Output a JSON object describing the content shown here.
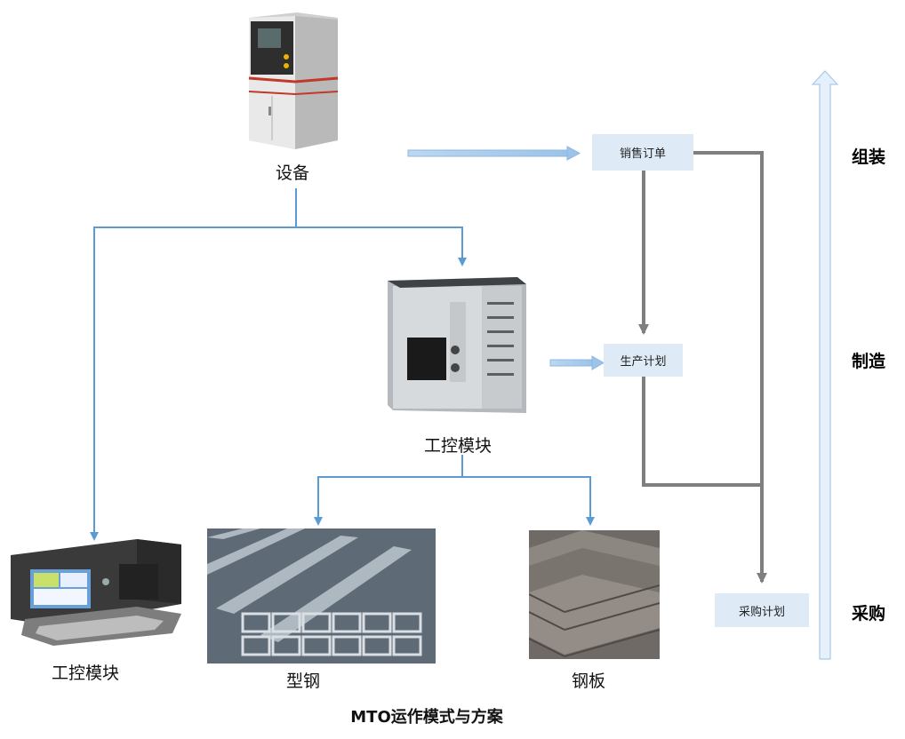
{
  "nodes": {
    "equipment_label": "设备",
    "module_center_label": "工控模块",
    "module_left_label": "工控模块",
    "steel_section_label": "型钢",
    "steel_plate_label": "钢板"
  },
  "process": {
    "sales_order": "销售订单",
    "production_plan": "生产计划",
    "purchase_plan": "采购计划"
  },
  "stages": {
    "assemble": "组装",
    "manufacture": "制造",
    "purchase": "采购"
  },
  "title": "MTO运作模式与方案",
  "colors": {
    "blue_line": "#5b9bd5",
    "gray_line": "#7f7f7f",
    "box_fill": "#deebf7"
  }
}
